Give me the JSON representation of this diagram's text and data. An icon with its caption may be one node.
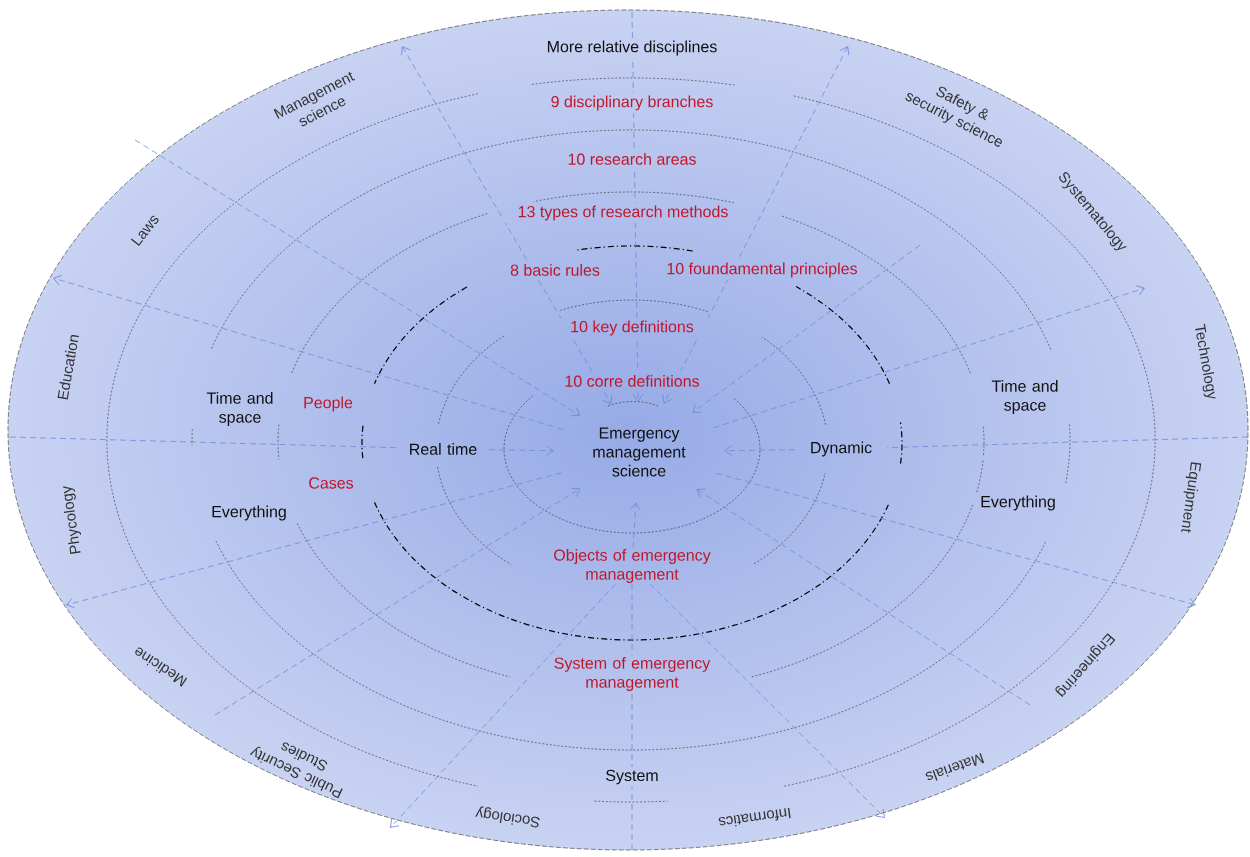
{
  "diagram": {
    "nodes": [
      {
        "text": [
          "Emergency management science"
        ]
      },
      {
        "text": [
          "Real time"
        ]
      },
      {
        "text": [
          "Dynamic"
        ]
      },
      {
        "text": [
          "Objects of emergency management"
        ]
      }
    ],
    "edges": [
      {
        "from": null,
        "to": 0,
        "arrow": "to"
      },
      {
        "from": null,
        "to": 3,
        "arrow": "none"
      },
      {
        "from": 3,
        "to": 0,
        "arrow": "to"
      },
      {
        "from": null,
        "to": 1,
        "arrow": "none"
      },
      {
        "from": 1,
        "to": 0,
        "arrow": "to"
      },
      {
        "from": null,
        "to": 2,
        "arrow": "none"
      },
      {
        "from": 2,
        "to": 0,
        "arrow": "to"
      },
      {
        "from": null,
        "to": 0,
        "arrow": "both"
      },
      {
        "from": null,
        "to": 0,
        "arrow": "both"
      },
      {
        "from": null,
        "to": 0,
        "arrow": "to"
      },
      {
        "from": 0,
        "to": null,
        "arrow": "to"
      },
      {
        "from": null,
        "to": 0,
        "arrow": "to"
      },
      {
        "from": 0,
        "to": null,
        "arrow": "to"
      },
      {
        "from": 0,
        "to": null,
        "arrow": "to"
      },
      {
        "from": 0,
        "to": null,
        "arrow": "to"
      },
      {
        "from": null,
        "to": 0,
        "arrow": "to"
      },
      {
        "from": null,
        "to": 0,
        "arrow": "to"
      },
      {
        "from": 3,
        "to": null,
        "arrow": "to"
      },
      {
        "from": 3,
        "to": null,
        "arrow": "to"
      }
    ],
    "labels": [
      "More relative disciplines",
      "Management science",
      "9 disciplinary branches",
      "Safety & security science",
      "10 research areas",
      "Laws",
      "13 types of research methods",
      "Systematology",
      "8 basic rules",
      "10 foundamental principles",
      "10 key definitions",
      "Education",
      "10 corre definitions",
      "Technology",
      "Time and space",
      "People",
      "Time and space",
      "Phycology",
      "Cases",
      "Everything",
      "Everything",
      "Equipment",
      "Medicine",
      "System of emergency management",
      "Engineering",
      "Public Security Studies",
      "System",
      "Materials",
      "Sociology",
      "Informatics"
    ]
  }
}
